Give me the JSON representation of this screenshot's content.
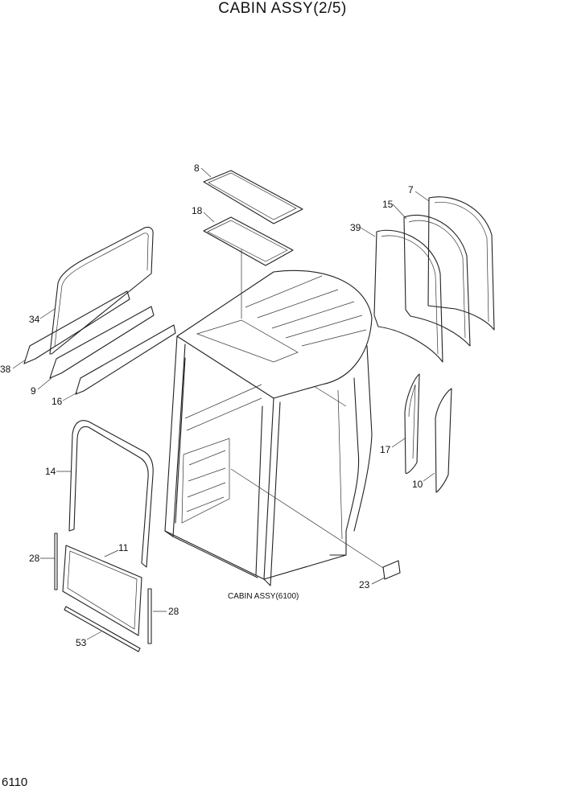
{
  "title": "CABIN ASSY(2/5)",
  "page_number": "6110",
  "caption": "CABIN ASSY(6100)",
  "callouts": [
    "8",
    "18",
    "7",
    "15",
    "39",
    "34",
    "38",
    "9",
    "16",
    "17",
    "10",
    "14",
    "11",
    "28",
    "28",
    "53",
    "23"
  ]
}
